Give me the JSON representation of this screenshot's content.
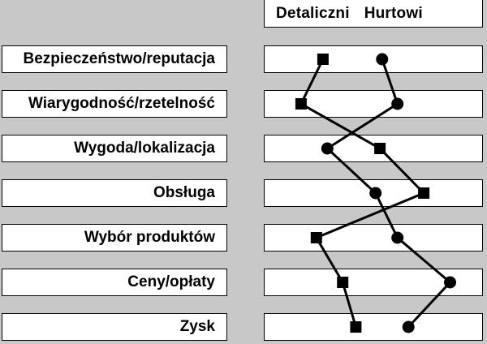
{
  "chart_data": {
    "type": "line",
    "legend": [
      "Detaliczni",
      "Hurtowi"
    ],
    "categories": [
      "Bezpieczeństwo/reputacja",
      "Wiarygodność/rzetelność",
      "Wygoda/lokalizacja",
      "Obsługa",
      "Wybór produktów",
      "Ceny/opłaty",
      "Zysk"
    ],
    "series": [
      {
        "name": "Detaliczni",
        "marker": "square",
        "values": [
          0.27,
          0.17,
          0.53,
          0.73,
          0.24,
          0.36,
          0.42
        ]
      },
      {
        "name": "Hurtowi",
        "marker": "circle",
        "values": [
          0.54,
          0.61,
          0.29,
          0.51,
          0.61,
          0.85,
          0.66
        ]
      }
    ],
    "colors": {
      "background": "#c8c8c8",
      "box": "#ffffff",
      "ink": "#000000"
    }
  }
}
